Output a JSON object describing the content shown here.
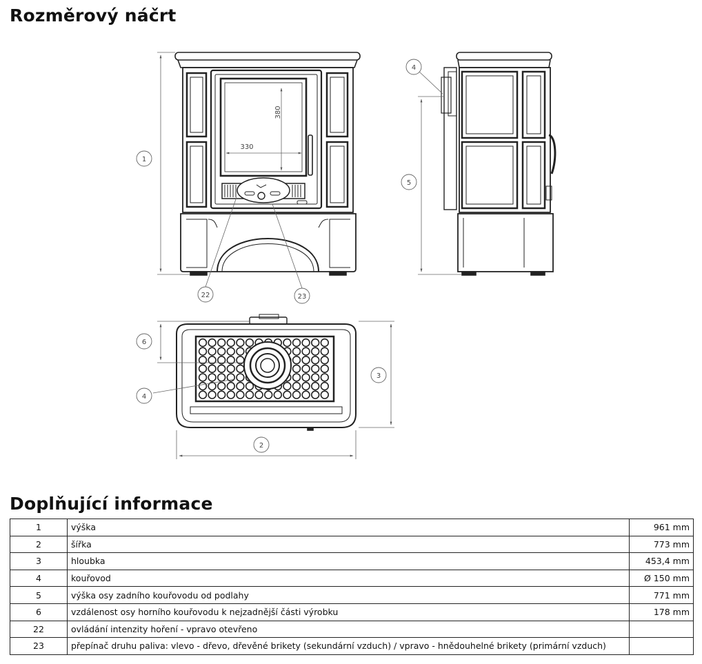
{
  "heading_sketch": "Rozměrový náčrt",
  "heading_info": "Doplňující informace",
  "drawing": {
    "callouts": [
      "1",
      "2",
      "3",
      "4",
      "5",
      "6",
      "22",
      "23"
    ],
    "dim_glass_width": "330",
    "dim_glass_height": "380"
  },
  "rows": [
    {
      "id": "1",
      "label": "výška",
      "value": "961 mm"
    },
    {
      "id": "2",
      "label": "šířka",
      "value": "773 mm"
    },
    {
      "id": "3",
      "label": "hloubka",
      "value": "453,4 mm"
    },
    {
      "id": "4",
      "label": "kouřovod",
      "value": "Ø 150 mm"
    },
    {
      "id": "5",
      "label": "výška osy zadního kouřovodu od podlahy",
      "value": "771 mm"
    },
    {
      "id": "6",
      "label": "vzdálenost osy horního kouřovodu k nejzadnější části výrobku",
      "value": "178 mm"
    },
    {
      "id": "22",
      "label": "ovládání intenzity hoření - vpravo otevřeno",
      "value": ""
    },
    {
      "id": "23",
      "label": "přepínač druhu paliva: vlevo - dřevo, dřevěné brikety (sekundární vzduch) / vpravo - hnědouhelné brikety (primární vzduch)",
      "value": ""
    }
  ]
}
